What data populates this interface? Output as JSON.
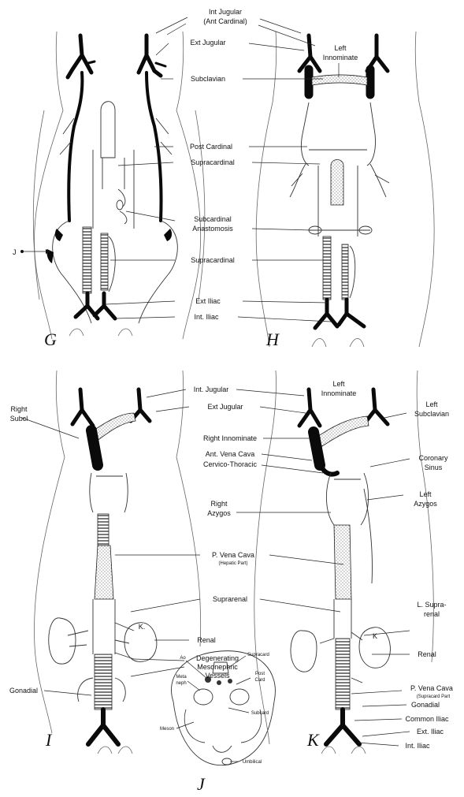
{
  "panels": {
    "g": "G",
    "h": "H",
    "i": "I",
    "j": "J",
    "k": "K"
  },
  "top_labels": {
    "int_jugular_ant_cardinal_line1": "Int Jugular",
    "int_jugular_ant_cardinal_line2": "(Ant Cardinal)",
    "ext_jugular": "Ext Jugular",
    "left_innominate_line1": "Left",
    "left_innominate_line2": "Innominate",
    "subclavian": "Subclavian",
    "post_cardinal": "Post Cardinal",
    "supracardinal_upper": "Supracardinal",
    "subcardinal_anastomosis_line1": "Subcardinal",
    "subcardinal_anastomosis_line2": "Anastomosis",
    "supracardinal_lower": "Supracardinal",
    "ext_iliac": "Ext Iliac",
    "int_iliac": "Int. Iliac",
    "j_pointer": "J"
  },
  "bottom_labels": {
    "int_jugular": "Int. Jugular",
    "ext_jugular": "Ext Jugular",
    "left_innominate_line1": "Left",
    "left_innominate_line2": "Innominate",
    "right_subcl_line1": "Right",
    "right_subcl_line2": "Subcl",
    "left_subclavian_line1": "Left",
    "left_subclavian_line2": "Subclavian",
    "right_innominate": "Right Innominate",
    "ant_vena_cava": "Ant. Vena Cava",
    "cervico_thoracic": "Cervico-Thoracic",
    "coronary_sinus_line1": "Coronary",
    "coronary_sinus_line2": "Sinus",
    "left_azygos_line1": "Left",
    "left_azygos_line2": "Azygos",
    "right_azygos_line1": "Right",
    "right_azygos_line2": "Azygos",
    "p_vena_cava_line1": "P. Vena Cava",
    "p_vena_cava_line2": "(Hepatic Part)",
    "suprarenal": "Suprarenal",
    "l_suprarenal_line1": "L. Supra-",
    "l_suprarenal_line2": "renal",
    "kidney_i": "K.",
    "kidney_k": "K",
    "renal_i": "Renal",
    "renal_k": "Renal",
    "degenerating_line1": "Degenerating",
    "degenerating_line2": "Mesonephric",
    "degenerating_line3": "Vessels",
    "p_vena_cava_supracard_line1": "P. Vena Cava",
    "p_vena_cava_supracard_line2": "(Supracard Part",
    "gonadial_i": "Gonadial",
    "gonadial_k": "Gonadial",
    "common_iliac": "Common Iliac",
    "ext_iliac": "Ext. Iliac",
    "int_iliac": "Int. Iliac"
  },
  "section_j_labels": {
    "ao": "Ao",
    "supracard": "Supracard",
    "meta_line1": "Meta",
    "meta_line2": "neph",
    "post_card_line1": "Post",
    "post_card_line2": "Card",
    "subcard": "Subcard",
    "meson": "Meson",
    "umbilical": "Umbilical"
  }
}
